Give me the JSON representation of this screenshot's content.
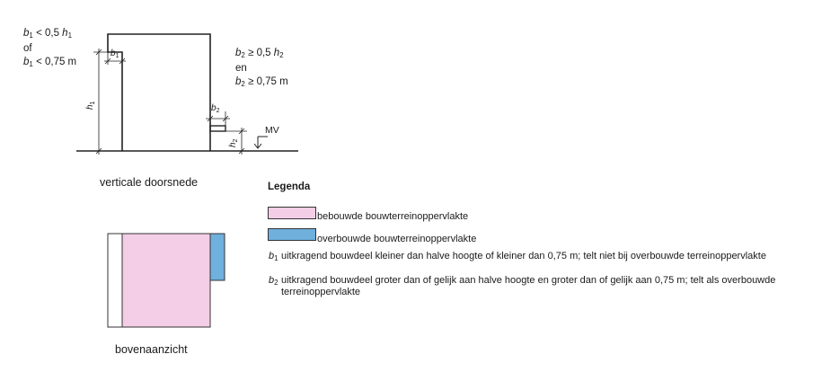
{
  "diagram": {
    "conditions_b1": {
      "line1_sym": "b",
      "line1_sub": "1",
      "line1_op": "< 0,5",
      "line1_var": "h",
      "line1_var_sub": "1",
      "connector": "of",
      "line2_sym": "b",
      "line2_sub": "1",
      "line2_rest": "< 0,75  m"
    },
    "conditions_b2": {
      "line1_sym": "b",
      "line1_sub": "2",
      "line1_op": "≥  0,5",
      "line1_var": "h",
      "line1_var_sub": "2",
      "connector": "en",
      "line2_sym": "b",
      "line2_sub": "2",
      "line2_rest": "≥  0,75  m"
    },
    "dim_labels": {
      "b1": "b",
      "b1_sub": "1",
      "b2": "b",
      "b2_sub": "2",
      "h1": "h",
      "h1_sub": "1",
      "h2": "h",
      "h2_sub": "2",
      "mv": "MV"
    },
    "caption_section": "verticale doorsnede",
    "caption_top": "bovenaanzicht"
  },
  "legend": {
    "title": "Legenda",
    "items": [
      {
        "label": "bebouwde bouwterreinoppervlakte",
        "color": "#f4cde6"
      },
      {
        "label": "overbouwde bouwterreinoppervlakte",
        "color": "#6fb0dd"
      }
    ],
    "notes": [
      {
        "sym": "b",
        "sub": "1",
        "text": "uitkragend bouwdeel kleiner dan halve hoogte of kleiner dan 0,75 m; telt niet bij overbouwde terreinoppervlakte"
      },
      {
        "sym": "b",
        "sub": "2",
        "text": "uitkragend bouwdeel groter dan of gelijk aan halve hoogte en groter dan of gelijk aan 0,75 m; telt als overbouwde terreinoppervlakte"
      }
    ]
  }
}
